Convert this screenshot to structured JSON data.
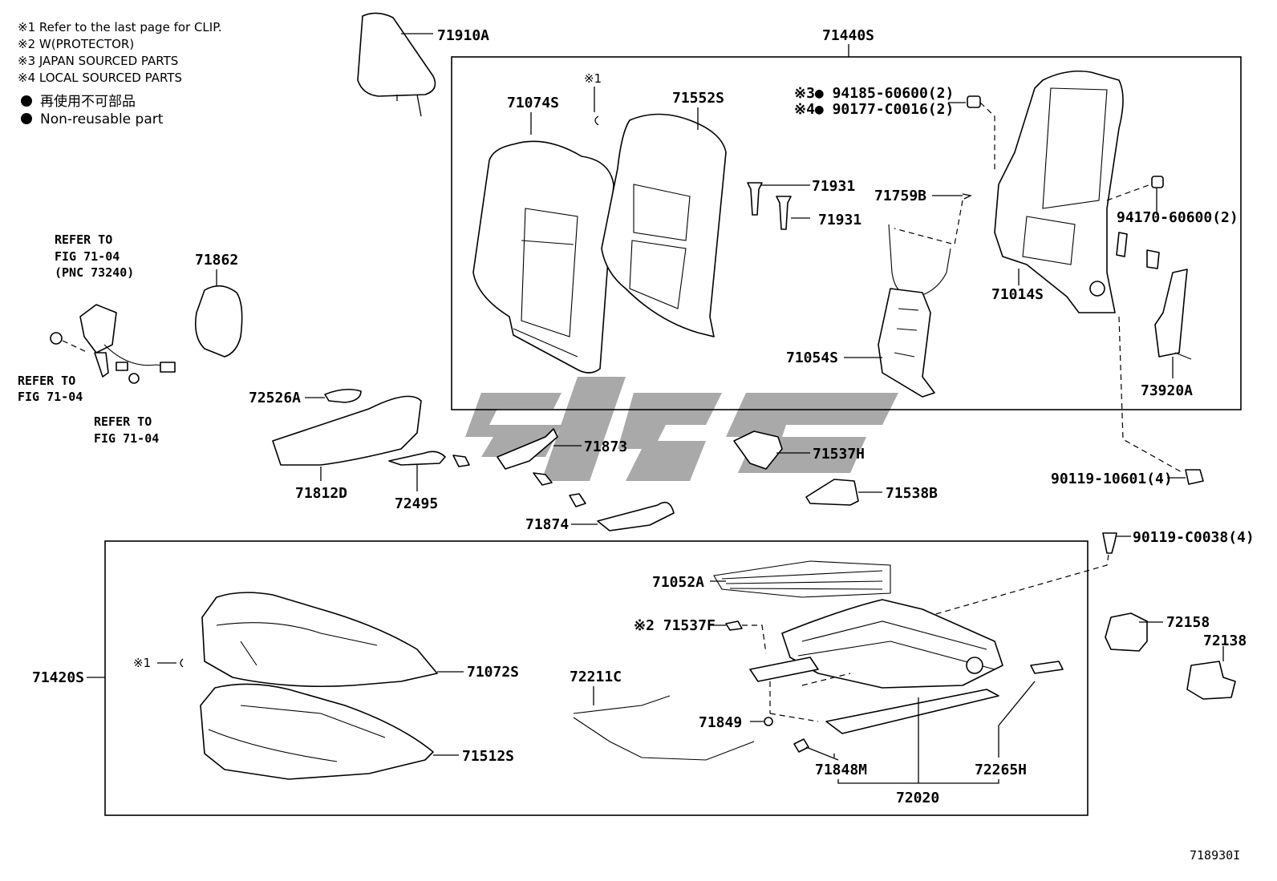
{
  "notes": {
    "n1": "※1 Refer to the last page for CLIP.",
    "n2": "※2 W(PROTECTOR)",
    "n3": "※3 JAPAN SOURCED PARTS",
    "n4": "※4 LOCAL SOURCED PARTS",
    "n5": "再使用不可部品",
    "n6": "Non-reusable part"
  },
  "refs": {
    "r1a": "REFER TO",
    "r1b": "FIG 71-04",
    "r1c": "(PNC 73240)",
    "r2a": "REFER TO",
    "r2b": "FIG 71-04",
    "r3a": "REFER TO",
    "r3b": "FIG 71-04"
  },
  "labels": {
    "p71910A": "71910A",
    "p71440S": "71440S",
    "p71074S": "71074S",
    "clipMark1": "※1",
    "p71552S": "71552S",
    "p94185": "※3● 94185-60600(2)",
    "p90177": "※4● 90177-C0016(2)",
    "p71931a": "71931",
    "p71931b": "71931",
    "p71759B": "71759B",
    "p94170": "94170-60600(2)",
    "p71014S": "71014S",
    "p71054S": "71054S",
    "p73920A": "73920A",
    "p71862": "71862",
    "p72526A": "72526A",
    "p71873": "71873",
    "p71537H": "71537H",
    "p71538B": "71538B",
    "p90119a": "90119-10601(4)",
    "p71812D": "71812D",
    "p72495": "72495",
    "p71874": "71874",
    "p90119b": "90119-C0038(4)",
    "p71052A": "71052A",
    "p71537F": "※2 71537F",
    "p72158": "72158",
    "p72138": "72138",
    "p71420S": "71420S",
    "clipMark2": "※1",
    "p71072S": "71072S",
    "p72211C": "72211C",
    "p71849": "71849",
    "p71512S": "71512S",
    "p71848M": "71848M",
    "p72265H": "72265H",
    "p72020": "72020",
    "figNo": "718930I"
  }
}
